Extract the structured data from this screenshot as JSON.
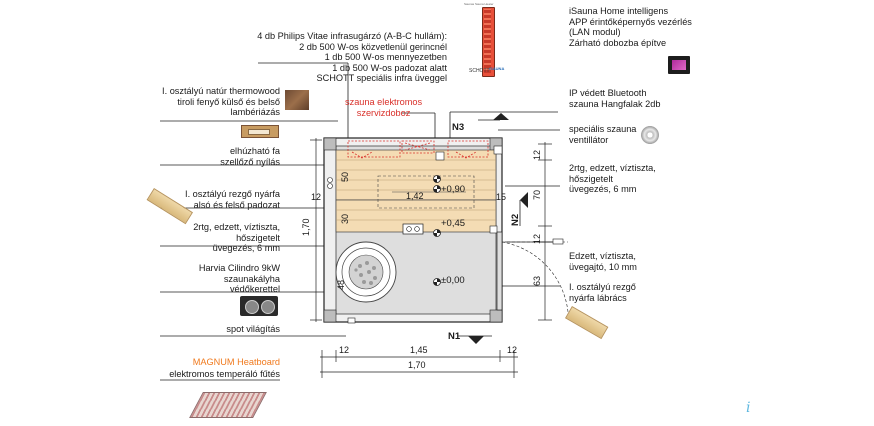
{
  "labels": {
    "infra": "4 db Philips Vitae infrasugárzó (A-B-C hullám):\n2 db 500 W-os közvetlenül gerincnél\n1 db 500 W-os mennyezetben\n1 db 500 W-os padozat alatt\nSCHOTT speciális infra üveggel",
    "isauna": "iSauna Home intelligens\nAPP érintőképernyős vezérlés\n(LAN modul)\nZárható dobozba építve",
    "thermowood": "I. osztályú natúr thermowood\ntiroli fenyő külső és belső\nlambériázás",
    "szervizdoboz": "szauna elektromos\nszervizdoboz",
    "bluetooth": "IP védett Bluetooth\nszauna Hangfalak 2db",
    "ventillator": "speciális szauna\nventillátor",
    "szellozo": "elhúzható fa\nszellőző nyílás",
    "uveg_right": "2rtg, edzett, víztiszta,\nhőszigetelt\nüvegezés, 6 mm",
    "padozat": "I. osztályú rezgő nyárfa\nalsó és felső padozat",
    "uveg_left": "2rtg, edzett, víztiszta,\nhőszigetelt\nüvegezés, 6 mm",
    "ajto": "Edzett, víztiszta,\nüvegajtó, 10 mm",
    "harvia": "Harvia Cilindro 9kW\nszaunakályha\nvédőkerettel",
    "labracs": "I. osztályú rezgő\nnyárfa lábrács",
    "spot": "spot világítás",
    "heatboard_title": "MAGNUM Heatboard",
    "heatboard_sub": "elektromos temperáló fűtés"
  },
  "plan": {
    "bench_top": "1,42",
    "level_top": "+0,90",
    "level_mid": "+0,45",
    "level_floor": "±0,00",
    "depth_50": "50",
    "depth_30": "30",
    "depth_48": "48",
    "left_12": "12",
    "right_15": "15"
  },
  "dimensions": {
    "bottom_12_left": "12",
    "bottom_145": "1,45",
    "bottom_12_right": "12",
    "bottom_170": "1,70",
    "left_170": "1,70",
    "right_12_top": "12",
    "right_70": "70",
    "right_12_mid": "12",
    "right_63": "63"
  },
  "markers": {
    "n1": "N1",
    "n2": "N2",
    "n3": "N3"
  },
  "product_text": {
    "infra_caption": "Saunas Sauna Heater",
    "schott": "SCHOTT",
    "isauna_brand": "iSAUNA"
  },
  "colors": {
    "bench": "#f4dcb4",
    "floor": "#dedede",
    "wall": "#f0f0f0",
    "wood_dark": "#7a5236",
    "heater_red": "#e8503a",
    "accent_red": "#d9302a",
    "accent_orange": "#f07a1e",
    "line": "#1a1a1a"
  },
  "icons": [
    "infra-heater-photo",
    "schott-logo",
    "isauna-control-panel",
    "thermowood-sample",
    "vent-slider-photo",
    "ventilator-photo",
    "poplar-plank-photo",
    "floor-grate-photo",
    "spot-light-photo",
    "heatboard-photo",
    "info-icon"
  ]
}
